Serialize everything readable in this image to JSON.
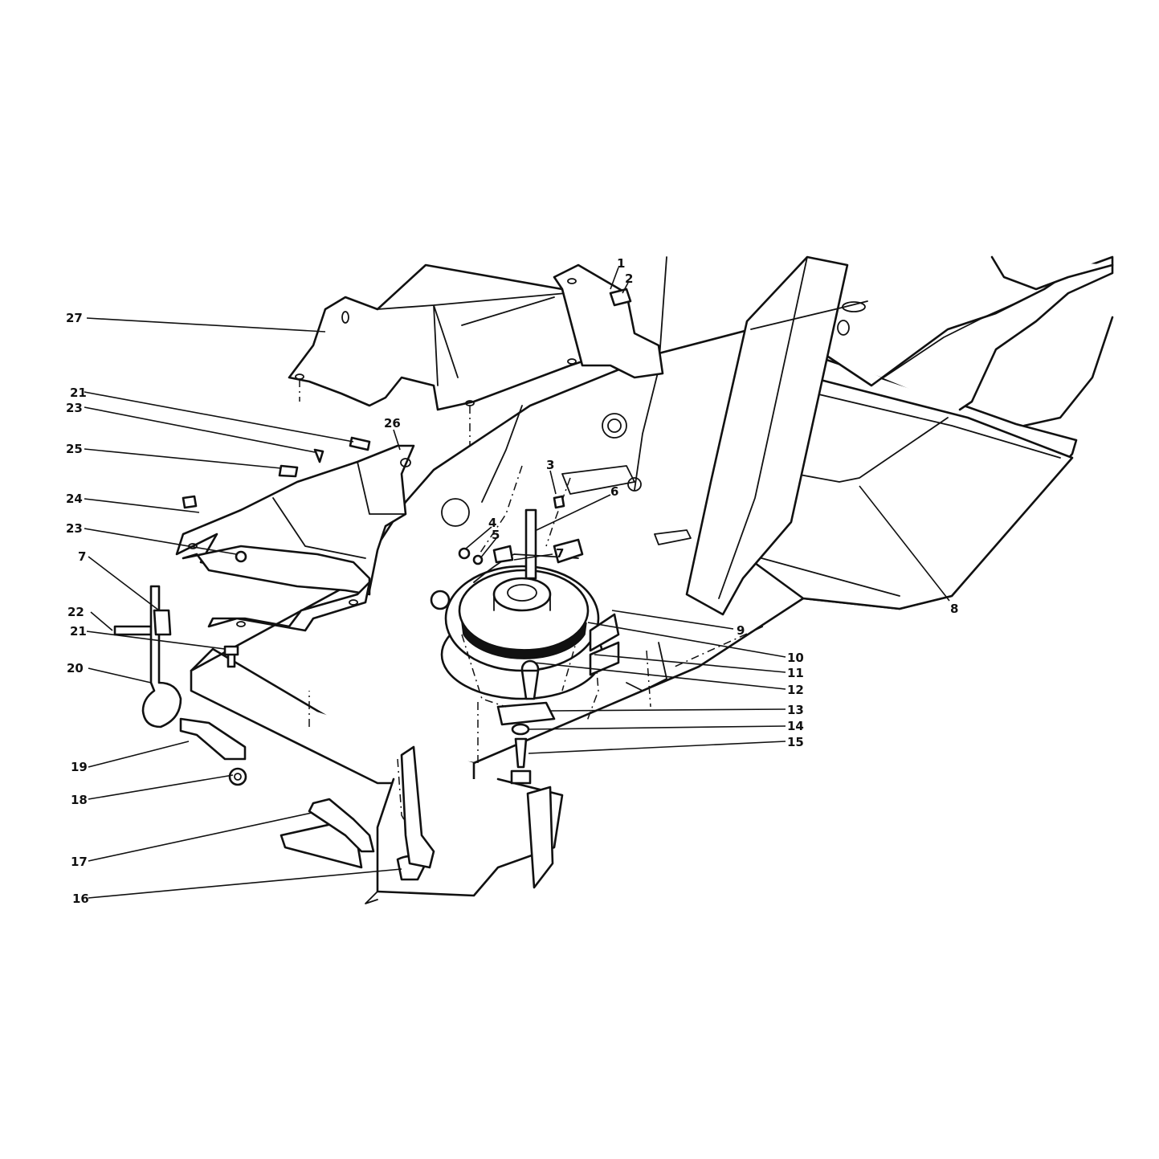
{
  "callouts": [
    {
      "id": "1",
      "text": "1"
    },
    {
      "id": "2",
      "text": "2"
    },
    {
      "id": "3",
      "text": "3"
    },
    {
      "id": "4",
      "text": "4"
    },
    {
      "id": "5",
      "text": "5"
    },
    {
      "id": "6",
      "text": "6"
    },
    {
      "id": "7a",
      "text": "7"
    },
    {
      "id": "7b",
      "text": "7"
    },
    {
      "id": "8",
      "text": "8"
    },
    {
      "id": "9",
      "text": "9"
    },
    {
      "id": "10",
      "text": "10"
    },
    {
      "id": "11",
      "text": "11"
    },
    {
      "id": "12",
      "text": "12"
    },
    {
      "id": "13",
      "text": "13"
    },
    {
      "id": "14",
      "text": "14"
    },
    {
      "id": "15",
      "text": "15"
    },
    {
      "id": "16",
      "text": "16"
    },
    {
      "id": "17",
      "text": "17"
    },
    {
      "id": "18",
      "text": "18"
    },
    {
      "id": "19",
      "text": "19"
    },
    {
      "id": "20",
      "text": "20"
    },
    {
      "id": "21a",
      "text": "21"
    },
    {
      "id": "21b",
      "text": "21"
    },
    {
      "id": "22",
      "text": "22"
    },
    {
      "id": "23a",
      "text": "23"
    },
    {
      "id": "23b",
      "text": "23"
    },
    {
      "id": "24",
      "text": "24"
    },
    {
      "id": "25",
      "text": "25"
    },
    {
      "id": "26",
      "text": "26"
    },
    {
      "id": "27",
      "text": "27"
    }
  ]
}
